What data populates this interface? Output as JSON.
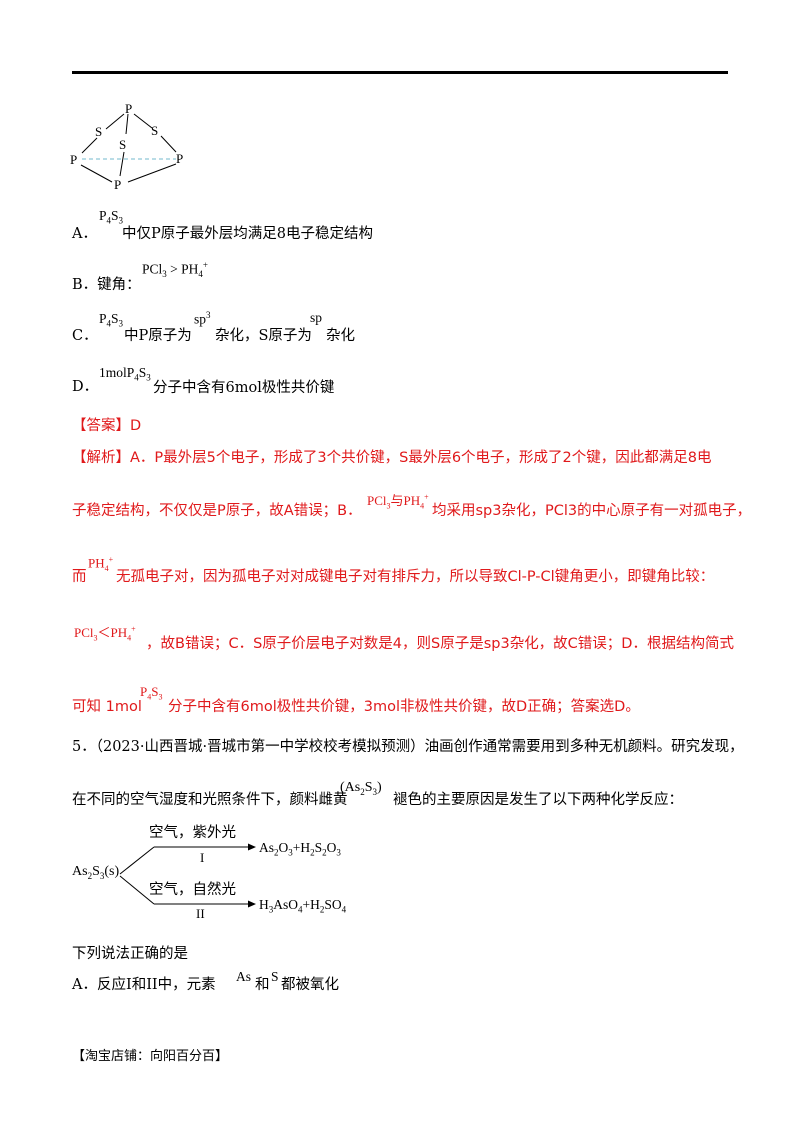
{
  "struct_atoms": [
    "P",
    "S",
    "S",
    "S",
    "P",
    "P",
    "P"
  ],
  "options": {
    "a_formula": "P4S3",
    "a_text": "中仅P原子最外层均满足8电子稳定结构",
    "b_prefix": "B．键角：",
    "b_formula": "PCl3 > PH4+",
    "c_formula": "P4S3",
    "c_text1": "中P原子为",
    "c_sp3": "sp3",
    "c_text2": "杂化，S原子为",
    "c_sp": "sp",
    "c_text3": "杂化",
    "d_formula": "1molP4S3",
    "d_text": "分子中含有6mol极性共价键"
  },
  "answer": {
    "label": "【答案】D"
  },
  "analysis": {
    "line1": "【解析】A．P最外层5个电子，形成了3个共价键，S最外层6个电子，形成了2个键，因此都满足8电",
    "line2a": "子稳定结构，不仅仅是P原子，故A错误；B．",
    "line2f": "PCl3与PH4+",
    "line2b": "均采用sp3杂化，PCl3的中心原子有一对孤电子，",
    "line3a": "而",
    "line3f": "PH4+",
    "line3b": "无孤电子对，因为孤电子对对成键电子对有排斥力，所以导致Cl-P-Cl键角更小，即键角比较：",
    "line4f": "PCl3＜PH4+",
    "line4b": "，故B错误；C．S原子价层电子对数是4，则S原子是sp3杂化，故C错误；D．根据结构简式",
    "line5a": "可知 1mol",
    "line5f": "P4S3",
    "line5b": "分子中含有6mol极性共价键，3mol非极性共价键，故D正确；答案选D。"
  },
  "question5": {
    "line1": "5．（2023·山西晋城·晋城市第一中学校校考模拟预测）油画创作通常需要用到多种无机颜料。研究发现，",
    "line2a": "在不同的空气湿度和光照条件下，颜料雌黄",
    "line2f": "(As2S3)",
    "line2b": "褪色的主要原因是发生了以下两种化学反应："
  },
  "reaction": {
    "reactant": "As2S3(s)",
    "cond1": "空气，紫外光",
    "num1": "I",
    "prod1": "As2O3+H2S2O3",
    "cond2": "空气，自然光",
    "num2": "II",
    "prod2": "H3AsO4+H2SO4"
  },
  "after": {
    "question": "下列说法正确的是",
    "optA1": "A．反应I和II中，元素",
    "optA_as": "As",
    "optA2": "和",
    "optA_s": "S",
    "optA3": "都被氧化"
  },
  "footer": "【淘宝店铺：向阳百分百】",
  "colors": {
    "red": "#e0191b",
    "dash": "#8fc8d8"
  }
}
